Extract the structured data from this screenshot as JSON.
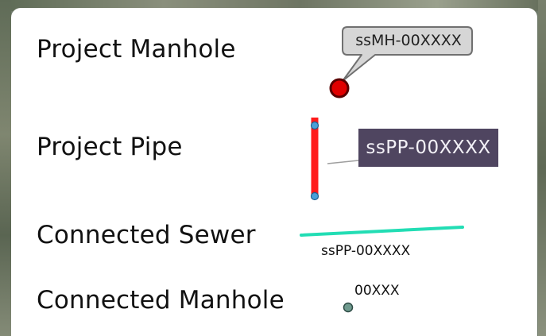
{
  "legend": {
    "rows": [
      {
        "label": "Project Manhole",
        "sample_label": "ssMH-00XXXX",
        "symbol": "red-circle-icon",
        "color": "#e00000"
      },
      {
        "label": "Project Pipe",
        "sample_label": "ssPP-00XXXX",
        "symbol": "red-pipe-line",
        "color": "#ff1a1a",
        "tag_color": "#4f4560"
      },
      {
        "label": "Connected Sewer",
        "sample_label": "ssPP-00XXXX",
        "symbol": "teal-line",
        "color": "#22ddb4"
      },
      {
        "label": "Connected Manhole",
        "sample_label": "00XXX",
        "symbol": "teal-dot-icon",
        "color": "#6f9a8e"
      }
    ]
  }
}
